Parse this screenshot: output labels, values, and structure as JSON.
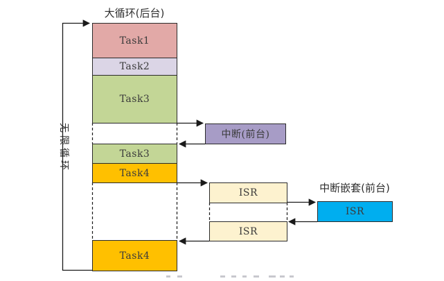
{
  "title": "大循环(后台)",
  "side_label": "无限循环",
  "boxes": {
    "task1": "Task1",
    "task2": "Task2",
    "task3a": "Task3",
    "task3b": "Task3",
    "task4a": "Task4",
    "task4b": "Task4",
    "interrupt": "中断(前台)",
    "isr1": "ISR",
    "isr2": "ISR",
    "nested_title": "中断嵌套(前台)",
    "nested_isr": "ISR"
  },
  "colors": {
    "task1": "#e2a9a7",
    "task2": "#dbd5e6",
    "task3": "#c3d696",
    "task4": "#ffc000",
    "interrupt": "#a79cc6",
    "isr": "#fdf2cf",
    "nested_isr": "#00aeef",
    "line": "#1a1a1a",
    "text": "#3b3b3b"
  }
}
